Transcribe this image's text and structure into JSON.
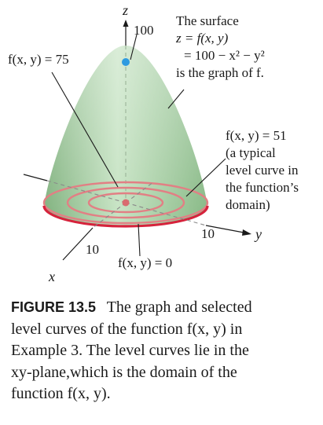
{
  "figure": {
    "axes": {
      "z_label": "z",
      "y_label": "y",
      "x_label": "x",
      "z_tick": "100",
      "x_tick": "10",
      "y_tick": "10"
    },
    "annotations": {
      "surface_lines": [
        "The surface",
        "z = f(x, y)",
        "= 100 − x² − y²",
        "is the graph of f."
      ],
      "top_point": "f(x, y) = 75",
      "level_curve_lines": [
        "f(x, y) = 51",
        "(a typical",
        "level curve in",
        "the function’s",
        "domain)"
      ],
      "base": "f(x, y) = 0"
    },
    "colors": {
      "surface_green": "#a9cfa7",
      "level_curve": "#e27f84",
      "base_curve": "#d6233c",
      "apex_point": "#2f9be0",
      "center_point": "#d96b6f"
    }
  },
  "caption": {
    "label": "FIGURE 13.5",
    "text": "The graph and selected\nlevel curves of the function f(x, y) in\nExample 3. The level curves lie in the\nxy-plane,which is the domain of the\nfunction f(x, y)."
  }
}
